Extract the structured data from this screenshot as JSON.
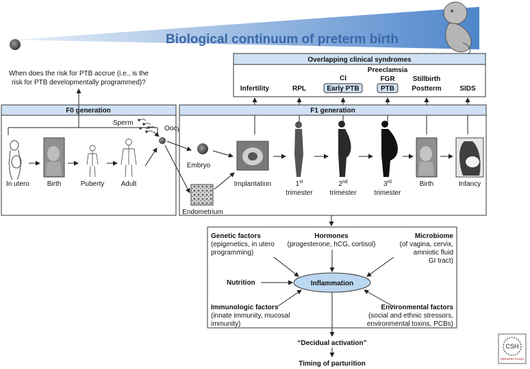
{
  "title": "Biological continuum of preterm birth",
  "question": {
    "line1": "When does the risk for PTB accrue (i.e., is the",
    "line2": "risk for PTB developmentally programmed)?"
  },
  "syndromes": {
    "header": "Overlapping clinical syndromes",
    "items": {
      "infertility": "Infertility",
      "rpl": "RPL",
      "ci": "CI",
      "early_ptb": "Early PTB",
      "preeclampsia": "Preeclamsia",
      "fgr": "FGR",
      "ptb": "PTB",
      "stillbirth": "Stillbirth",
      "postterm": "Postterm",
      "sids": "SIDS"
    }
  },
  "f0": {
    "header": "F0 generation",
    "sperm": "Sperm",
    "oocyte": "Oocyte",
    "stages": {
      "in_utero": "In utero",
      "birth": "Birth",
      "puberty": "Puberty",
      "adult": "Adult"
    }
  },
  "f1": {
    "header": "F1 generation",
    "embryo": "Embryo",
    "endometrium": "Endometrium",
    "implantation": "Implantation",
    "tri1": {
      "num": "1",
      "sup": "st",
      "word": "trimester"
    },
    "tri2": {
      "num": "2",
      "sup": "nd",
      "word": "trimester"
    },
    "tri3": {
      "num": "3",
      "sup": "rd",
      "word": "trimester"
    },
    "birth": "Birth",
    "infancy": "Infancy"
  },
  "factors": {
    "genetic": {
      "title": "Genetic factors",
      "l1": "(epigenetics, in utero",
      "l2": "programming)"
    },
    "hormones": {
      "title": "Hormones",
      "l1": "(progesterone, hCG, cortisol)"
    },
    "microbiome": {
      "title": "Microbiome",
      "l1": "(of vagina, cervix,",
      "l2": "amniotic fluid",
      "l3": "GI tract)"
    },
    "nutrition": "Nutrition",
    "inflammation": "Inflammation",
    "immunologic": {
      "title": "Immunologic factors",
      "l1": "(innate immunity, mucosal",
      "l2": "immunity)"
    },
    "environmental": {
      "title": "Environmental factors",
      "l1": "(social and ethnic stressors,",
      "l2": "environmental toxins, PCBs)"
    }
  },
  "outcome": {
    "decidual": "“Decidual activation”",
    "timing": "Timing of parturition"
  },
  "logo": {
    "l1": "CSH",
    "l2": "PERSPECTIVES"
  },
  "colors": {
    "title_text": "#3a67a8",
    "band_light": "#dfeaf6",
    "band_dark": "#5b8fd0",
    "header_fill": "#cfe1f3",
    "ellipse_fill": "#bcd8f0"
  }
}
